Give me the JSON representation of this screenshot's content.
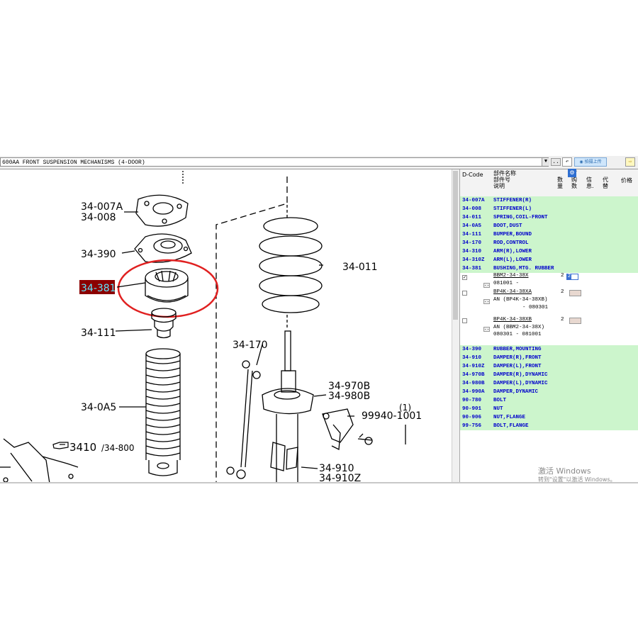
{
  "window": {
    "title_field": "600AA  FRONT SUSPENSION MECHANISMS (4-DOOR)",
    "dropdown_symbol": "▼",
    "more_symbol": "..",
    "upload_label": "拍摄上传",
    "icon_back": "↶",
    "icon_forward": "⇨"
  },
  "diagram": {
    "callouts": {
      "c34007A": "34-007A",
      "c34008": "34-008",
      "c34390": "34-390",
      "c34381": "34-381",
      "c34111": "34-111",
      "c340A5": "34-0A5",
      "c3410": "3410",
      "c34800": "/34-800",
      "c34011": "34-011",
      "c34170": "34-170",
      "c34970B": "34-970B",
      "c34980B": "34-980B",
      "c99940": "99940-1001",
      "c1": "(1)",
      "c34910": "34-910",
      "c34910Z": "34-910Z"
    },
    "highlight_color": "#e02020",
    "selected_label_bg": "#8b0000"
  },
  "panel": {
    "headers": {
      "dcode": "D-Code",
      "partname_line1": "部件名称",
      "partname_line2": "部件号",
      "partname_line3": "说明",
      "qty": "数量",
      "order_qty": "订购数",
      "info": "信息.",
      "replace": "代替",
      "price": "价格"
    },
    "parts_top": [
      {
        "code": "34-007A",
        "name": "STIFFENER(R)"
      },
      {
        "code": "34-008",
        "name": "STIFFENER(L)"
      },
      {
        "code": "34-011",
        "name": "SPRING,COIL-FRONT"
      },
      {
        "code": "34-0A5",
        "name": "BOOT,DUST"
      },
      {
        "code": "34-111",
        "name": "BUMPER,BOUND"
      },
      {
        "code": "34-170",
        "name": "ROD,CONTROL"
      },
      {
        "code": "34-310",
        "name": "ARM(R),LOWER"
      },
      {
        "code": "34-310Z",
        "name": "ARM(L),LOWER"
      },
      {
        "code": "34-381",
        "name": "BUSHING,MTG. RUBBER"
      }
    ],
    "variants": [
      {
        "part_no": "BBM2-34-38X",
        "qty": "2",
        "order_qty": "2",
        "note1": "081001  -",
        "note2": "",
        "checked": "✓"
      },
      {
        "part_no": "BP4K-34-38XA",
        "qty": "2",
        "order_qty": "",
        "note1": "AN (BP4K-34-38XB)",
        "note2": "- 080301",
        "checked": ""
      },
      {
        "part_no": "BP4K-34-38XB",
        "qty": "2",
        "order_qty": "",
        "note1": "AN (BBM2-34-38X)",
        "note2": "080301  -  081001",
        "checked": ""
      }
    ],
    "parts_bottom": [
      {
        "code": "34-390",
        "name": "RUBBER,MOUNTING"
      },
      {
        "code": "34-910",
        "name": "DAMPER(R),FRONT"
      },
      {
        "code": "34-910Z",
        "name": "DAMPER(L),FRONT"
      },
      {
        "code": "34-970B",
        "name": "DAMPER(R),DYNAMIC"
      },
      {
        "code": "34-980B",
        "name": "DAMPER(L),DYNAMIC"
      },
      {
        "code": "34-990A",
        "name": "DAMPER,DYNAMIC"
      },
      {
        "code": "90-780",
        "name": "BOLT"
      },
      {
        "code": "90-901",
        "name": "NUT"
      },
      {
        "code": "90-906",
        "name": "NUT,FLANGE"
      },
      {
        "code": "99-756",
        "name": "BOLT,FLANGE"
      }
    ],
    "row_colors": {
      "green": "#ccf5cc",
      "code_text": "#0000cc"
    }
  },
  "watermark": {
    "line1": "激活 Windows",
    "line2": "转到\"设置\"以激活 Windows。"
  }
}
